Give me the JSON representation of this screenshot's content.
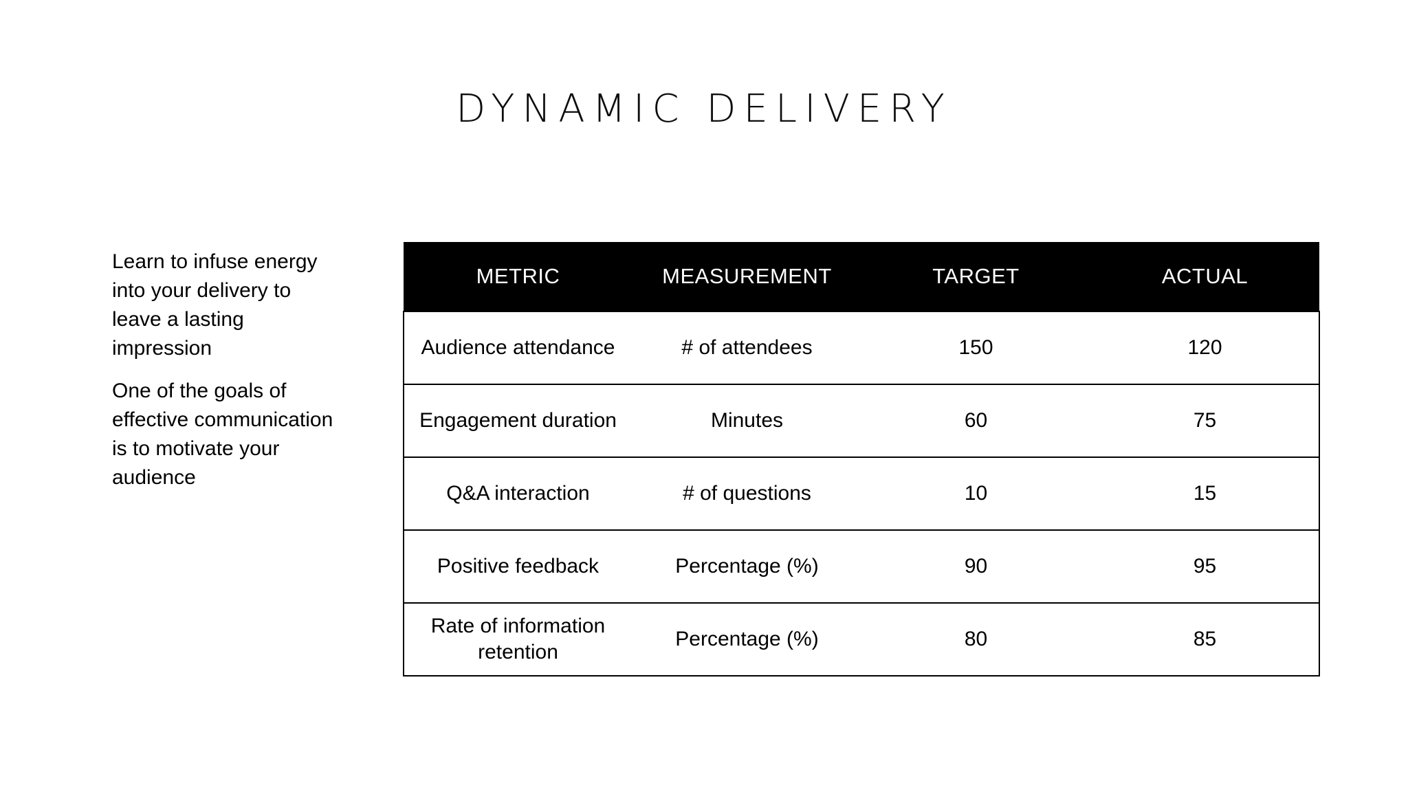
{
  "slide": {
    "title": "DYNAMIC DELIVERY",
    "background_color": "#FFFFFF",
    "accent_color": "#000000"
  },
  "body": {
    "paragraphs": [
      "Learn to infuse energy into your delivery to leave a lasting impression",
      "One of the goals of effective communication is to motivate your audience"
    ]
  },
  "table": {
    "header_background": "#000000",
    "header_text_color": "#FFFFFF",
    "columns": [
      "METRIC",
      "MEASUREMENT",
      "TARGET",
      "ACTUAL"
    ],
    "rows": [
      {
        "metric": "Audience attendance",
        "measurement": "# of attendees",
        "target": "150",
        "actual": "120"
      },
      {
        "metric": "Engagement duration",
        "measurement": "Minutes",
        "target": "60",
        "actual": "75"
      },
      {
        "metric": "Q&A interaction",
        "measurement": "# of questions",
        "target": "10",
        "actual": "15"
      },
      {
        "metric": "Positive feedback",
        "measurement": "Percentage (%)",
        "target": "90",
        "actual": "95"
      },
      {
        "metric": "Rate of information retention",
        "measurement": "Percentage (%)",
        "target": "80",
        "actual": "85"
      }
    ]
  }
}
